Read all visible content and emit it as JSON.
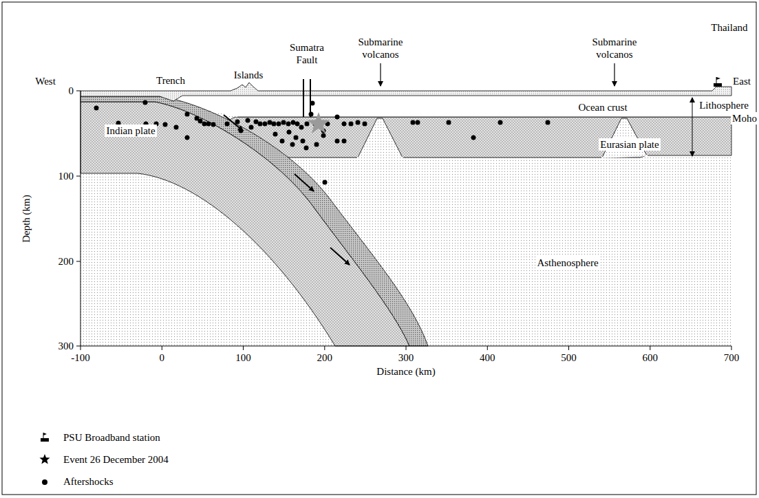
{
  "diagram": {
    "labels": [
      "West",
      "Trench",
      "Islands",
      "Sumatra Fault",
      "Submarine volcanos",
      "Submarine volcanos",
      "Thailand",
      "East",
      "Ocean crust",
      "Lithosphere",
      "Moho",
      "Indian plate",
      "Eurasian plate",
      "Asthenosphere",
      "Depth (km)",
      "0",
      "100",
      "200",
      "300",
      "-100",
      "0",
      "100",
      "200",
      "300",
      "400",
      "500",
      "600",
      "700",
      "Distance (km)"
    ],
    "legend": [
      {
        "text": "PSU Broadband station"
      },
      {
        "text": "Event 26 December 2004"
      },
      {
        "text": "Aftershocks"
      }
    ]
  }
}
